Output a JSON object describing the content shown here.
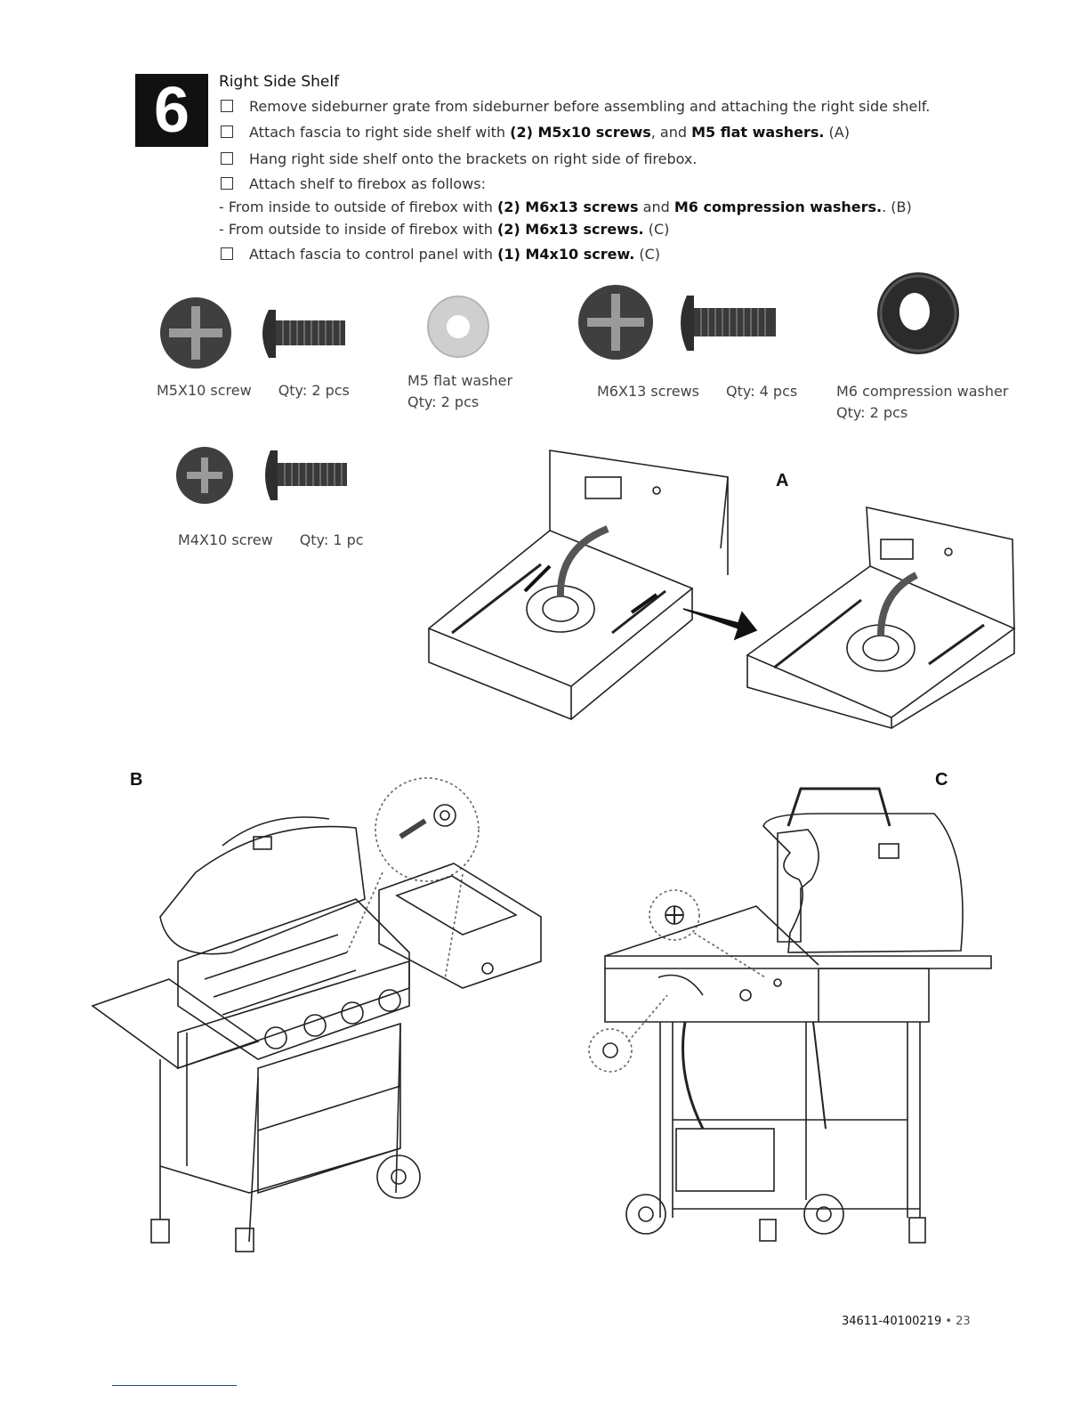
{
  "step": {
    "number": "6",
    "title": "Right Side Shelf",
    "instructions": [
      {
        "pre": "Remove sideburner grate from sideburner before assembling and attaching the right side shelf.",
        "b1": "",
        "mid": "",
        "b2": "",
        "post": ""
      },
      {
        "pre": "Attach fascia to right side shelf with ",
        "b1": "(2) M5x10 screws",
        "mid": ", and ",
        "b2": "M5 flat washers.",
        "post": " (A)"
      },
      {
        "pre": "Hang right side shelf onto the brackets on right side of firebox.",
        "b1": "",
        "mid": "",
        "b2": "",
        "post": ""
      },
      {
        "pre": "Attach shelf to firebox as follows:",
        "b1": "",
        "mid": "",
        "b2": "",
        "post": ""
      },
      {
        "pre": "- From inside to outside of firebox with ",
        "b1": "(2) M6x13 screws",
        "mid": " and ",
        "b2": "M6 compression washers.",
        "post": ". (B)"
      },
      {
        "pre": "- From outside to inside of firebox with ",
        "b1": "(2) M6x13 screws.",
        "mid": " (C)",
        "b2": "",
        "post": ""
      },
      {
        "pre": "Attach fascia to control panel with ",
        "b1": "(1) M4x10 screw.",
        "mid": " (C)",
        "b2": "",
        "post": ""
      }
    ]
  },
  "parts": [
    {
      "name": "M5X10 screw",
      "qty": "Qty: 2 pcs"
    },
    {
      "name": "M5 flat washer",
      "qty": "Qty: 2 pcs"
    },
    {
      "name": "M6X13 screws",
      "qty": "Qty: 4 pcs"
    },
    {
      "name": "M6 compression washer",
      "qty": "Qty: 2 pcs"
    },
    {
      "name": "M4X10 screw",
      "qty": "Qty: 1 pc"
    }
  ],
  "figures": {
    "a": "A",
    "b": "B",
    "c": "C"
  },
  "footer": {
    "doc_number": "34611-40100219",
    "separator": " • ",
    "page": "23"
  },
  "colors": {
    "text": "#1a1a1a",
    "hardware": "#3a3a3a",
    "washer": "#cfcfcf",
    "rule": "#1a4aa8"
  }
}
